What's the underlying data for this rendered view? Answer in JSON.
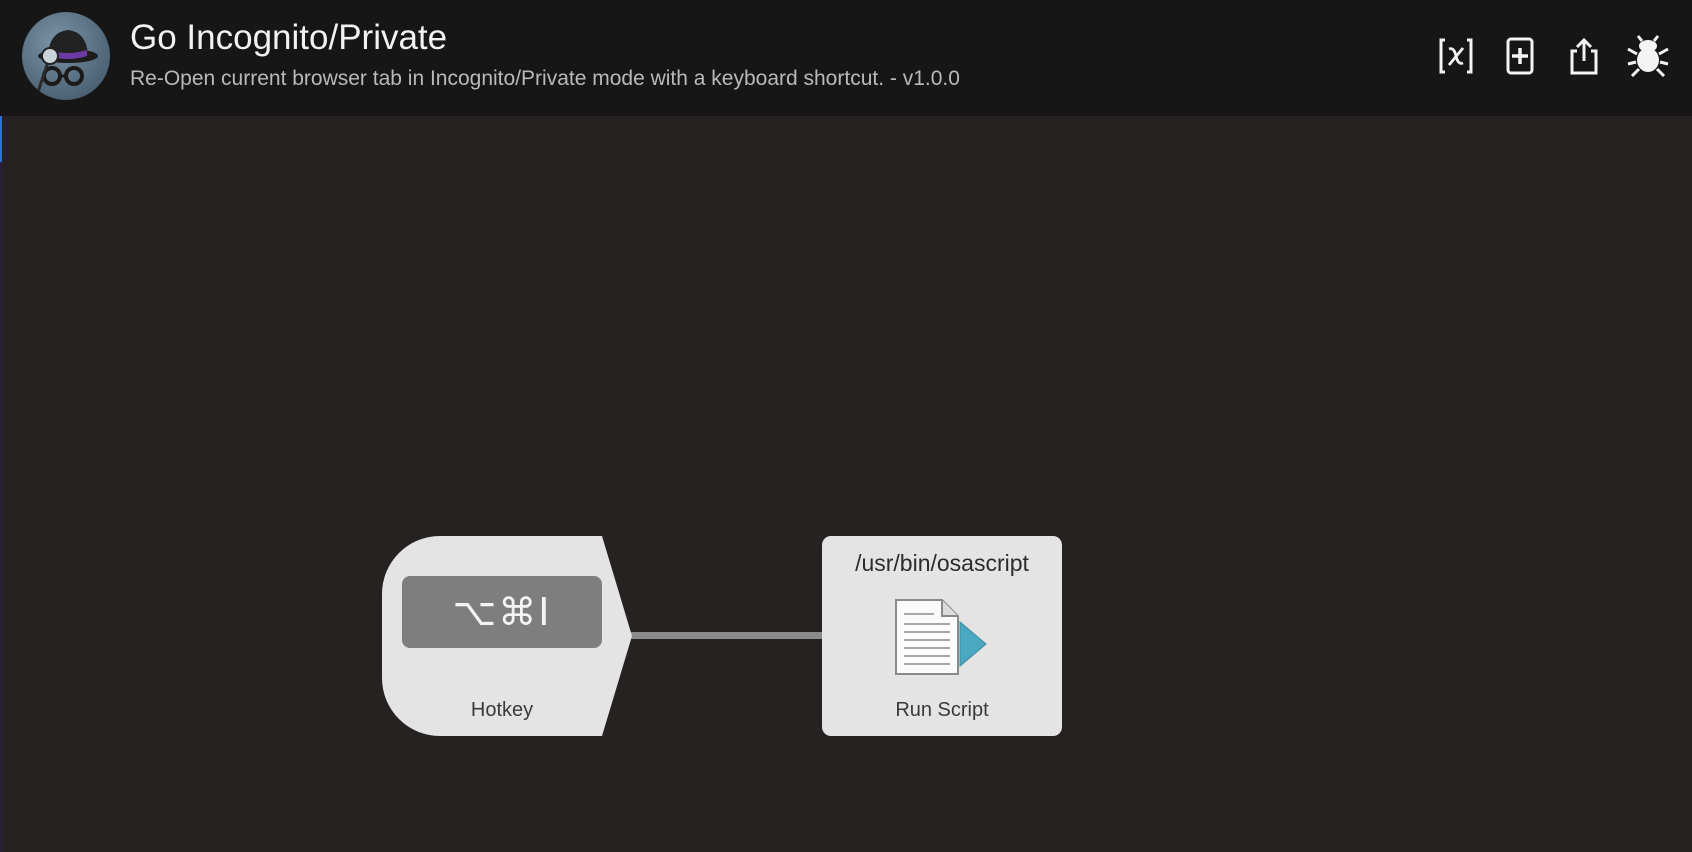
{
  "window": {
    "title": "Go Incognito/Private",
    "subtitle": "Re-Open current browser tab in Incognito/Private mode with a keyboard shortcut. - v1.0.0",
    "icon": "incognito-hat-glasses-icon"
  },
  "toolbar": {
    "buttons": [
      {
        "icon": "variables-icon",
        "symbol": "[x]"
      },
      {
        "icon": "add-object-icon",
        "symbol": "+"
      },
      {
        "icon": "share-icon",
        "symbol": "share"
      },
      {
        "icon": "debug-bug-icon",
        "symbol": "bug"
      }
    ]
  },
  "canvas": {
    "nodes": [
      {
        "type": "hotkey",
        "combo": "⌥⌘I",
        "label": "Hotkey"
      },
      {
        "type": "run-script",
        "path": "/usr/bin/osascript",
        "label": "Run Script",
        "icon": "script-document-icon"
      }
    ]
  },
  "colors": {
    "canvas_bg": "#272222",
    "header_bg": "#161616",
    "node_bg": "#e4e4e4",
    "hotkey_combo_bg": "#7e7e7e",
    "connector": "#8b8b8b",
    "script_arrow": "#4aa8c0"
  }
}
